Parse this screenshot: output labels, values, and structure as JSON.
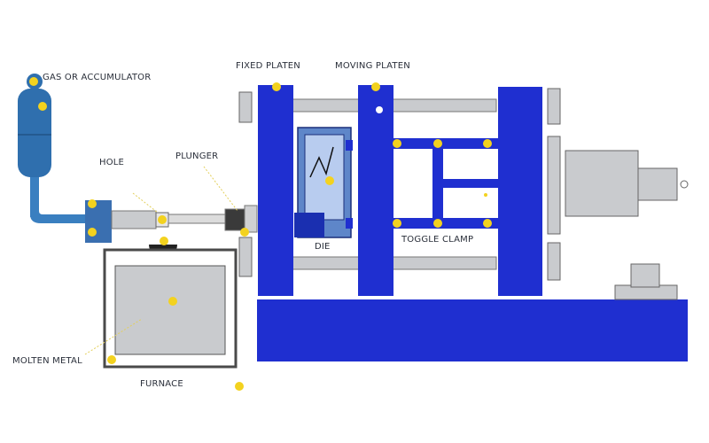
{
  "labels": {
    "accumulator": "GAS OR ACCUMULATOR",
    "fixed_platen": "FIXED PLATEN",
    "moving_platen": "MOVING PLATEN",
    "hole": "HOLE",
    "plunger": "PLUNGER",
    "die": "DIE",
    "toggle_clamp": "TOGGLE CLAMP",
    "molten_metal": "MOLTEN METAL",
    "furnace": "FURNACE"
  },
  "colors": {
    "machine_blue": "#1f2fd0",
    "pipe_blue": "#3a7fc0",
    "accumulator_blue": "#2f6fae",
    "metal_grey": "#c9cbce",
    "outline_dark": "#4a4a4a",
    "marker_yellow": "#f3d21f"
  }
}
